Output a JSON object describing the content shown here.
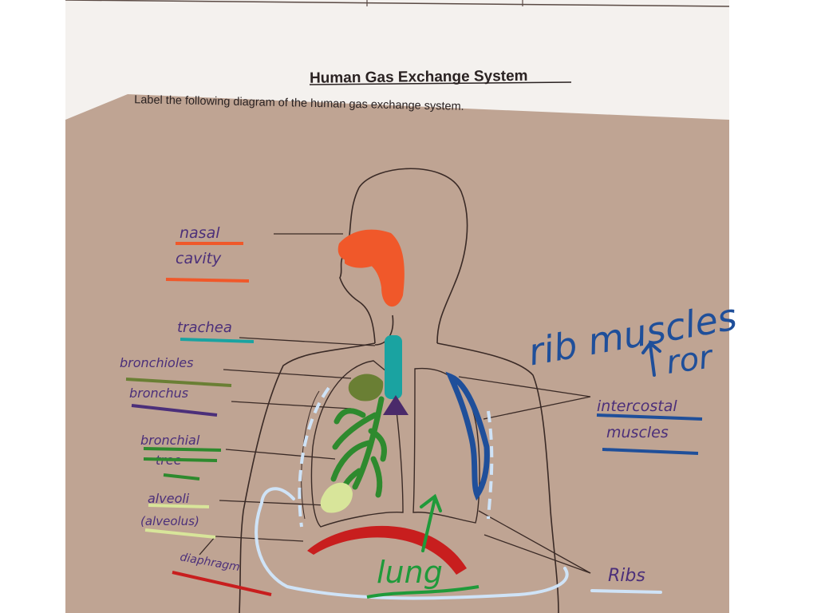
{
  "worksheet": {
    "title": "Human Gas Exchange System",
    "instruction": "Label the following diagram of the human gas exchange system."
  },
  "labels": {
    "nasal_cavity": [
      "nasal",
      "cavity"
    ],
    "trachea": "trachea",
    "bronchioles": "bronchioles",
    "bronchus": "bronchus",
    "bronchial_tree": [
      "bronchial",
      "tree"
    ],
    "alveoli": [
      "alveoli",
      "(alveolus)"
    ],
    "diaphragm": "diaphragm",
    "intercostal_muscles": [
      "intercostal",
      "muscles"
    ],
    "ribs": "Ribs",
    "lung": "lung"
  },
  "annotations": {
    "rib_muscles_line1": "rib muscles",
    "rib_muscles_line2": "ror"
  },
  "colors": {
    "paper_light": "#f4f1ee",
    "paper_shadow": "#bfa493",
    "outline": "#3a2a26",
    "nasal": "#f0582a",
    "trachea": "#1aa3a1",
    "bronchioles": "#6a7f34",
    "bronchus": "#4a2a6a",
    "bronchial_tree": "#2e8a2e",
    "alveoli": "#d8e59a",
    "diaphragm": "#c81e1e",
    "intercostal": "#1f4f9a",
    "lung_dash": "#cfe3f7",
    "lung_label": "#1f9a3a",
    "label_text": "#4b2f7a"
  }
}
